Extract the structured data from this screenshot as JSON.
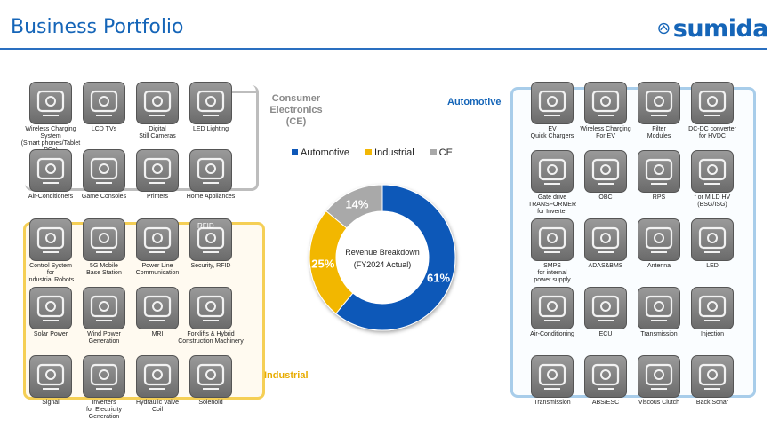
{
  "page": {
    "title": "Business Portfolio",
    "logo_text": "sumida"
  },
  "groups": {
    "ce": "Consumer\nElectronics\n(CE)",
    "industrial": "Industrial",
    "automotive": "Automotive"
  },
  "colors": {
    "automotive": "#0f58b8",
    "industrial": "#f2b705",
    "ce": "#a9a9a9",
    "accent": "#1565b8",
    "industrial_frame": "#f5cf55",
    "auto_frame": "#a8cdea"
  },
  "chart_data": {
    "type": "pie",
    "categories": [
      "Automotive",
      "Industrial",
      "CE"
    ],
    "values": [
      61,
      25,
      14
    ],
    "labels": [
      "61%",
      "25%",
      "14%"
    ],
    "center_text": [
      "Revenue Breakdown",
      "(FY2024 Actual)"
    ],
    "legend_position": "top"
  },
  "ce_items": [
    {
      "label": "Wireless Charging\nSystem\n(Smart phones/Tablet PCs)",
      "icon": "smartphone-icon"
    },
    {
      "label": "LCD TVs",
      "icon": "tv-icon"
    },
    {
      "label": "Digital\nStill Cameras",
      "icon": "camera-icon"
    },
    {
      "label": "LED Lighting",
      "icon": "led-bulb-icon"
    },
    {
      "label": "Air-Conditioners",
      "icon": "air-conditioner-icon"
    },
    {
      "label": "Game Consoles",
      "icon": "gamepad-icon"
    },
    {
      "label": "Printers",
      "icon": "printer-icon"
    },
    {
      "label": "Home Appliances",
      "icon": "microwave-icon"
    }
  ],
  "industrial_items": [
    {
      "label": "Control System\nfor\nIndustrial Robots",
      "icon": "robot-arm-icon"
    },
    {
      "label": "5G Mobile\nBase Station",
      "icon": "antenna-tower-icon"
    },
    {
      "label": "Power Line\nCommunication",
      "icon": "power-adapter-icon"
    },
    {
      "label": "Security, RFID",
      "icon": "rfid-icon",
      "badge": "RFID"
    },
    {
      "label": "Solar Power",
      "icon": "solar-panel-icon"
    },
    {
      "label": "Wind Power\nGeneration",
      "icon": "wind-turbine-icon"
    },
    {
      "label": "MRI",
      "icon": "mri-icon"
    },
    {
      "label": "Forklifts & Hybrid\nConstruction Machinery",
      "icon": "forklift-icon"
    },
    {
      "label": "Signal",
      "icon": "traffic-light-icon"
    },
    {
      "label": "Inverters\nfor Electricity\nGeneration",
      "icon": "inverter-icon"
    },
    {
      "label": "Hydraulic Valve\nCoil",
      "icon": "valve-icon"
    },
    {
      "label": "Solenoid",
      "icon": "solenoid-icon"
    }
  ],
  "auto_items": [
    {
      "label": "EV\nQuick Chargers",
      "icon": "ev-charger-icon"
    },
    {
      "label": "Wireless Charging\nFor EV",
      "icon": "wireless-ev-icon"
    },
    {
      "label": "Filter\nModules",
      "icon": "plug-car-icon"
    },
    {
      "label": "DC-DC converter\nfor HVDC",
      "icon": "car-side-icon"
    },
    {
      "label": "Gate drive\nTRANSFORMER\nfor Inverter",
      "icon": "car-front-icon"
    },
    {
      "label": "OBC",
      "icon": "obc-icon"
    },
    {
      "label": "RPS",
      "icon": "rps-icon"
    },
    {
      "label": "f or MILD HV\n(BSG/ISG)",
      "icon": "hybrid-car-icon"
    },
    {
      "label": "SMPS\nfor internal\npower supply",
      "icon": "smps-icon"
    },
    {
      "label": "ADAS&BMS",
      "icon": "battery-pack-icon"
    },
    {
      "label": "Antenna",
      "icon": "mirror-icon"
    },
    {
      "label": "LED",
      "icon": "headlight-icon"
    },
    {
      "label": "Air-Conditioning",
      "icon": "dashboard-vent-icon"
    },
    {
      "label": "ECU",
      "icon": "ecu-icon"
    },
    {
      "label": "Transmission",
      "icon": "gearshift-icon"
    },
    {
      "label": "Injection",
      "icon": "engine-icon"
    },
    {
      "label": "Transmission",
      "icon": "gear-lever-icon"
    },
    {
      "label": "ABS/ESC",
      "icon": "abs-icon"
    },
    {
      "label": "Viscous Clutch",
      "icon": "car-profile-icon"
    },
    {
      "label": "Back Sonar",
      "icon": "sonar-icon"
    }
  ]
}
